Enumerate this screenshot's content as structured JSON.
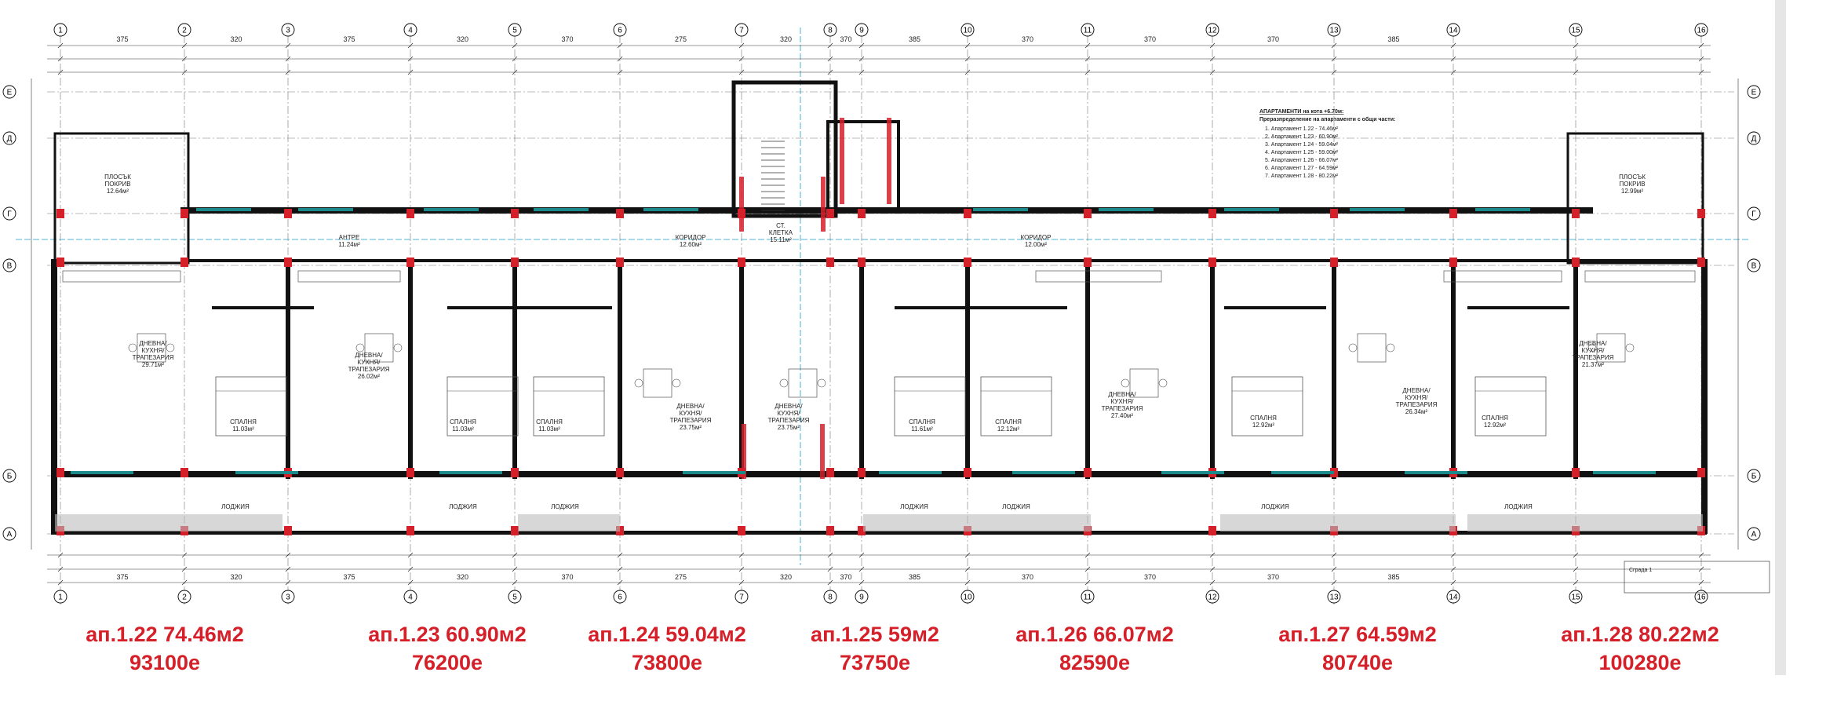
{
  "plan": {
    "axes_top": [
      "1",
      "2",
      "3",
      "4",
      "5",
      "6",
      "7",
      "8",
      "9",
      "10",
      "11",
      "12",
      "13",
      "14",
      "15",
      "16"
    ],
    "axes_side": [
      "Е",
      "Д",
      "Г",
      "В",
      "Б",
      "А"
    ],
    "top_dims": [
      "375",
      "320",
      "375",
      "320",
      "370",
      "275",
      "320",
      "370",
      "385",
      "370",
      "370",
      "370",
      "385"
    ],
    "rooms": [
      {
        "label": "ПЛОСЪК ПОКРИВ",
        "area": "12.64м²"
      },
      {
        "label": "ДНЕВНА/ КУХНЯ/ ТРАПЕЗАРИЯ",
        "area": "29.71м²"
      },
      {
        "label": "СПАЛНЯ",
        "area": "11.03м²"
      },
      {
        "label": "АНТРЕ",
        "area": "11.24м²"
      },
      {
        "label": "ДНЕВНА/ КУХНЯ/ ТРАПЕЗАРИЯ",
        "area": "26.02м²"
      },
      {
        "label": "СПАЛНЯ",
        "area": "11.03м²"
      },
      {
        "label": "СПАЛНЯ",
        "area": "11.03м²"
      },
      {
        "label": "КОРИДОР",
        "area": "12.60м²"
      },
      {
        "label": "ДНЕВНА/ КУХНЯ/ ТРАПЕЗАРИЯ",
        "area": "23.75м²"
      },
      {
        "label": "ДНЕВНА/ КУХНЯ/ ТРАПЕЗАРИЯ",
        "area": "23.75м²"
      },
      {
        "label": "СТ. КЛЕТКА",
        "area": "15.11м²"
      },
      {
        "label": "СПАЛНЯ",
        "area": "11.61м²"
      },
      {
        "label": "СПАЛНЯ",
        "area": "12.12м²"
      },
      {
        "label": "КОРИДОР",
        "area": "12.00м²"
      },
      {
        "label": "ДНЕВНА/ КУХНЯ/ ТРАПЕЗАРИЯ",
        "area": "27.40м²"
      },
      {
        "label": "СПАЛНЯ",
        "area": "12.92м²"
      },
      {
        "label": "ДНЕВНА/ КУХНЯ/ ТРАПЕЗАРИЯ",
        "area": "26.34м²"
      },
      {
        "label": "СПАЛНЯ",
        "area": "12.92м²"
      },
      {
        "label": "ДНЕВНА/ КУХНЯ/ ТРАПЕЗАРИЯ",
        "area": "21.37м²"
      },
      {
        "label": "ПЛОСЪК ПОКРИВ",
        "area": "12.99м²"
      }
    ],
    "loggia_label": "ЛОДЖИЯ",
    "notes_title": "АПАРТАМЕНТИ на кота +6.70м:",
    "notes_subtitle": "Преразпределение на апартаменти с общи части:",
    "notes": [
      "1. Апартамент 1.22 - 74.46м²",
      "2. Апартамент 1.23 - 60.90м²",
      "3. Апартамент 1.24 - 59.04м²",
      "4. Апартамент 1.25 - 59.00м²",
      "5. Апартамент 1.26 - 66.07м²",
      "6. Апартамент 1.27 - 64.59м²",
      "7. Апартамент 1.28 - 80.22м²"
    ],
    "stamp": "Сграда 1"
  },
  "apartments": [
    {
      "title": "ап.1.22 74.46м2",
      "price": "93100е"
    },
    {
      "title": "ап.1.23 60.90м2",
      "price": "76200е"
    },
    {
      "title": "ап.1.24 59.04м2",
      "price": "73800е"
    },
    {
      "title": "ап.1.25 59м2",
      "price": "73750е"
    },
    {
      "title": "ап.1.26 66.07м2",
      "price": "82590е"
    },
    {
      "title": "ап.1.27 64.59м2",
      "price": "80740е"
    },
    {
      "title": "ап.1.28 80.22м2",
      "price": "100280е"
    }
  ],
  "colors": {
    "wall": "#111111",
    "accent": "#d5202a",
    "glazing": "#1a8a8a",
    "grid": "#777777"
  }
}
